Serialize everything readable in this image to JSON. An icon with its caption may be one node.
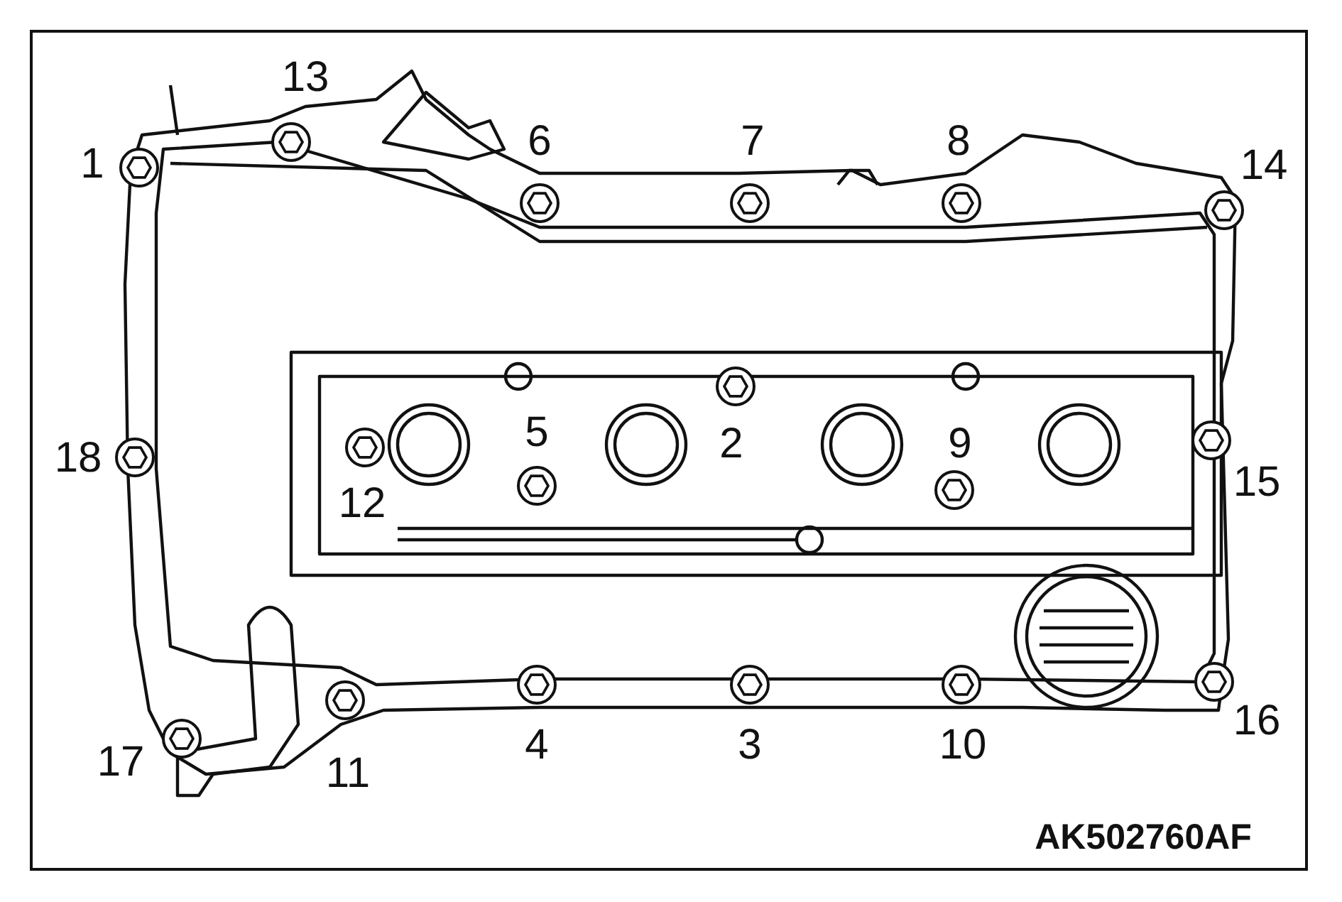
{
  "diagram": {
    "labels": [
      "13",
      "1",
      "6",
      "7",
      "8",
      "14",
      "5",
      "2",
      "9",
      "18",
      "15",
      "12",
      "16",
      "17",
      "4",
      "3",
      "10",
      "11",
      "AK502760AF"
    ]
  }
}
